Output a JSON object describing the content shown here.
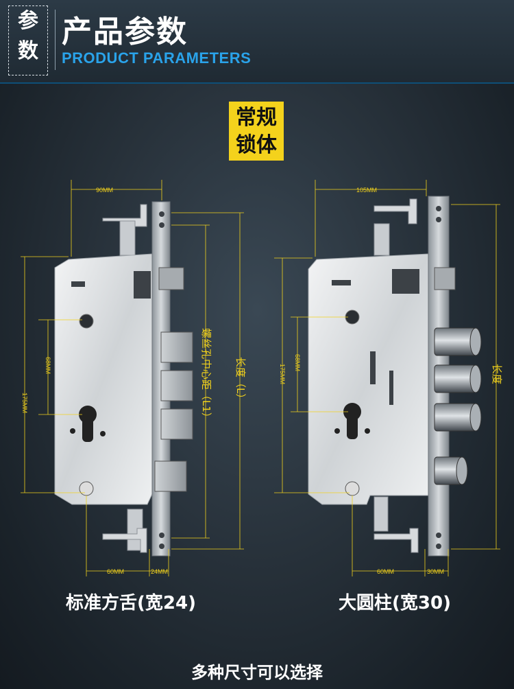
{
  "header": {
    "badge_line1": "参",
    "badge_line2": "数",
    "title_cn": "产品参数",
    "title_en": "PRODUCT PARAMETERS"
  },
  "lock_type": {
    "line1": "常规",
    "line2": "锁体"
  },
  "left_lock": {
    "width_label": "90MM",
    "height_label": "175MM",
    "spacing_label": "68MM",
    "bottom_label": "60MM",
    "faceplate_label": "24MM",
    "screw_spacing_label": "螺丝孔中心距（L1）",
    "length_label": "长度（L）",
    "caption": "标准方舌(宽24)"
  },
  "right_lock": {
    "width_label": "105MM",
    "height_label": "175MM",
    "spacing_label": "68MM",
    "bottom_label": "60MM",
    "faceplate_label": "30MM",
    "length_label": "长度",
    "caption": "大圆柱(宽30)"
  },
  "footer": {
    "text": "多种尺寸可以选择"
  },
  "colors": {
    "accent": "#2aa3ea",
    "dimension": "#f2d21c",
    "badge_bg": "#f4d21c"
  }
}
